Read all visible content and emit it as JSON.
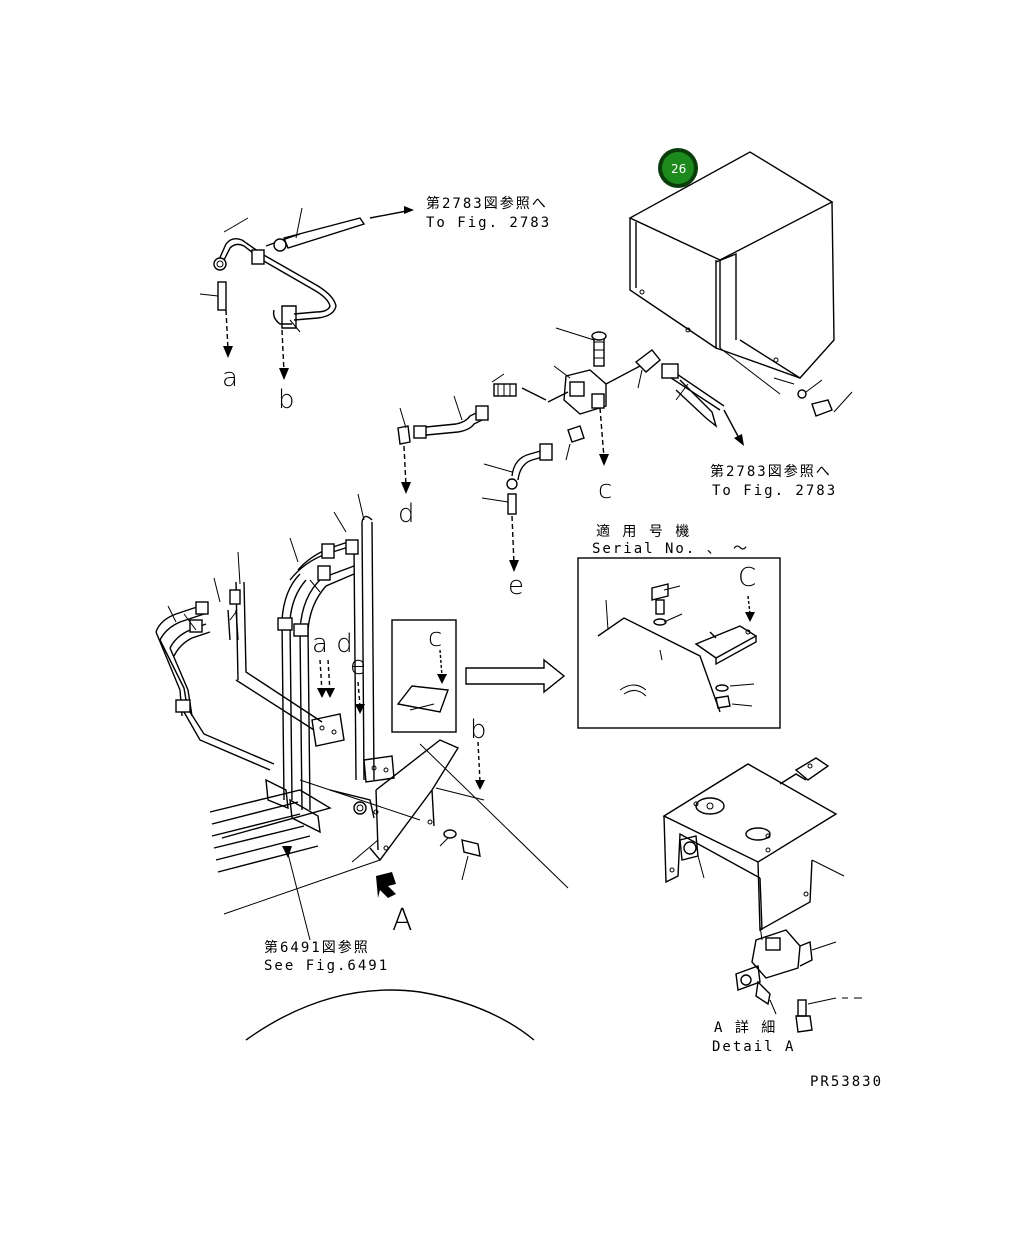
{
  "callout": {
    "number": "26",
    "color": "#1d8a1d",
    "ring": "#0a3d0a"
  },
  "refs": {
    "fig2783_top_jp": "第2783図参照へ",
    "fig2783_top_en": "To Fig. 2783",
    "fig2783_mid_jp": "第2783図参照へ",
    "fig2783_mid_en": "To Fig. 2783",
    "fig6491_jp": "第6491図参照",
    "fig6491_en": "See Fig.6491"
  },
  "serial": {
    "jp": "適 用 号 機",
    "en": "Serial No.  、 ～"
  },
  "detail": {
    "jp": "A 詳 細",
    "en": "Detail A"
  },
  "letters": {
    "a": "a",
    "b": "b",
    "c": "c",
    "d": "d",
    "e": "e",
    "ad": "a d",
    "e2": "e",
    "b2": "b",
    "c_box": "c",
    "c_detail": "C",
    "A": "A"
  },
  "drawing_number": "PR53830"
}
